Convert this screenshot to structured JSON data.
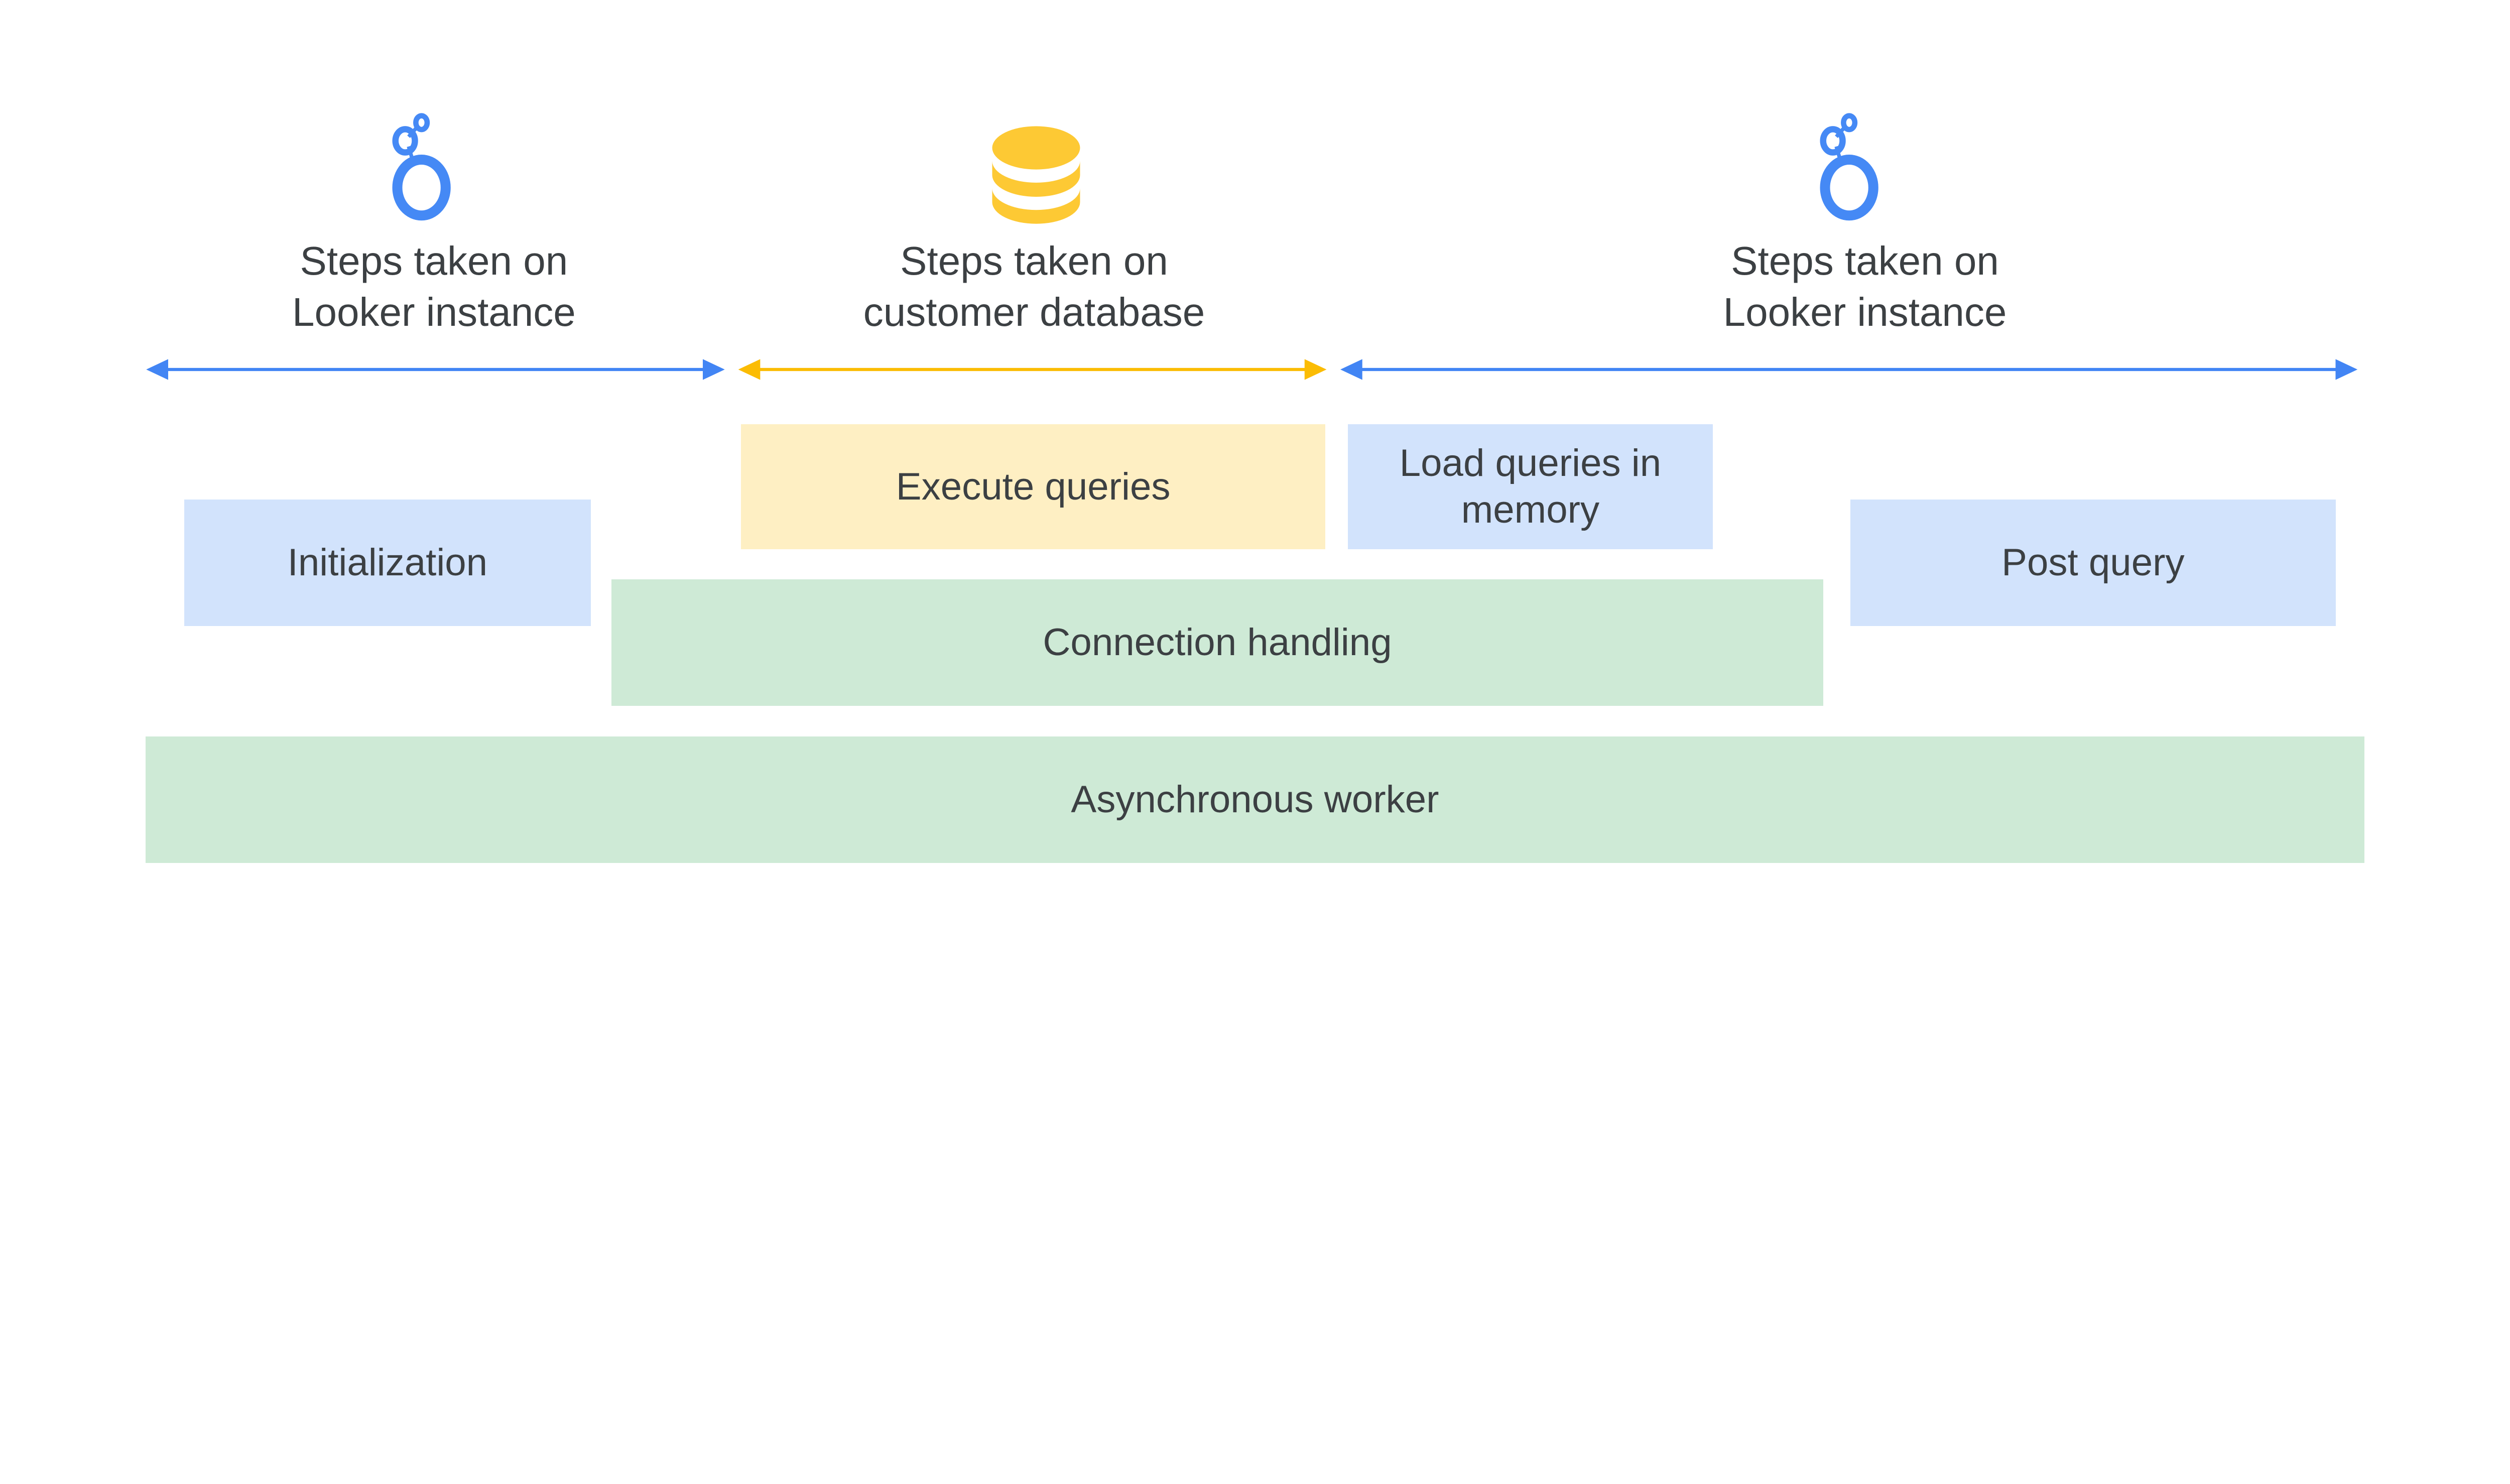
{
  "colors": {
    "looker_blue": "#4285f4",
    "database_yellow": "#fbbc04",
    "box_blue": "#d2e3fc",
    "box_green": "#ceead6",
    "box_yellow": "#feefc3",
    "text": "#3c4043"
  },
  "phases": [
    {
      "icon": "looker-logo-icon",
      "line1": "Steps taken on",
      "line2": "Looker instance"
    },
    {
      "icon": "database-icon",
      "line1": "Steps taken on",
      "line2": "customer database"
    },
    {
      "icon": "looker-logo-icon",
      "line1": "Steps taken on",
      "line2": "Looker instance"
    }
  ],
  "boxes": {
    "initialization": "Initialization",
    "execute_queries": "Execute queries",
    "load_queries": "Load queries in memory",
    "post_query": "Post query",
    "connection_handling": "Connection handling",
    "asynchronous_worker": "Asynchronous worker"
  }
}
